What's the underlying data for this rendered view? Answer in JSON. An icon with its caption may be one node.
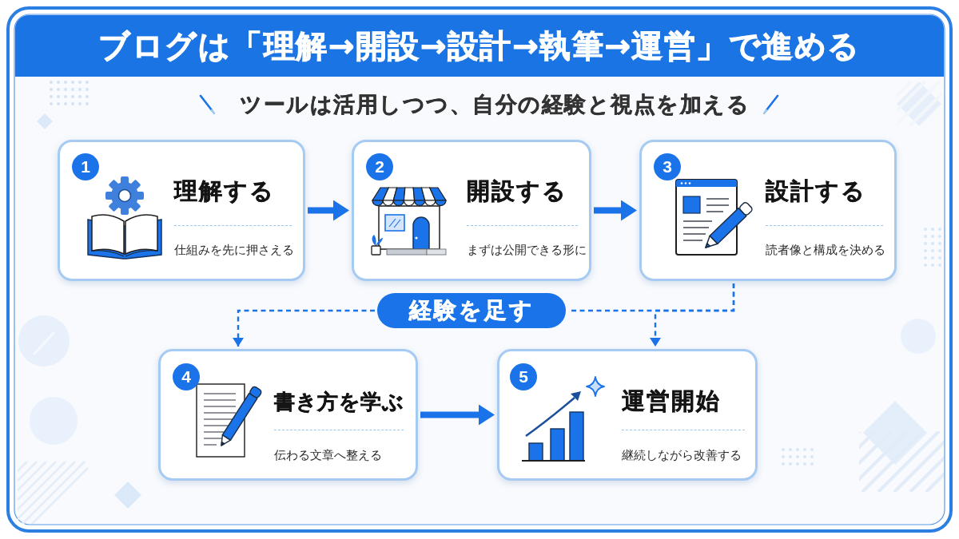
{
  "diagram": {
    "title": "ブログは「理解→開設→設計→執筆→運営」で進める",
    "nodes": [
      {
        "text": [
          "理解する",
          "仕組みを先に押さえる"
        ]
      },
      {
        "text": [
          "1"
        ],
        "in": 0
      },
      {
        "text": [
          "開設する",
          "まずは公開できる形に"
        ]
      },
      {
        "text": [
          "2"
        ],
        "in": 2
      },
      {
        "text": [
          "設計する",
          "読者像と構成を決める"
        ]
      },
      {
        "text": [
          "3"
        ],
        "in": 4
      },
      {
        "text": [
          "経験を足す"
        ]
      },
      {
        "text": [
          "書き方を学ぶ",
          "伝わる文章へ整える"
        ]
      },
      {
        "text": [
          "4"
        ],
        "in": 7
      },
      {
        "text": [
          "運営開始",
          "継続しながら改善する"
        ]
      },
      {
        "text": [
          "5"
        ],
        "in": 9
      }
    ],
    "edges": [
      {
        "from": 0,
        "to": 2,
        "arrow": "to"
      },
      {
        "from": 2,
        "to": 4,
        "arrow": "to"
      },
      {
        "from": 4,
        "to": 6,
        "arrow": "none",
        "style": "dashed"
      },
      {
        "from": 4,
        "to": 9,
        "arrow": "to",
        "style": "dashed"
      },
      {
        "from": 6,
        "to": 7,
        "arrow": "to",
        "style": "dashed"
      },
      {
        "from": 7,
        "to": 9,
        "arrow": "to"
      }
    ],
    "labels": [
      "ツールは活用しつつ、自分の経験と視点を加える"
    ]
  }
}
